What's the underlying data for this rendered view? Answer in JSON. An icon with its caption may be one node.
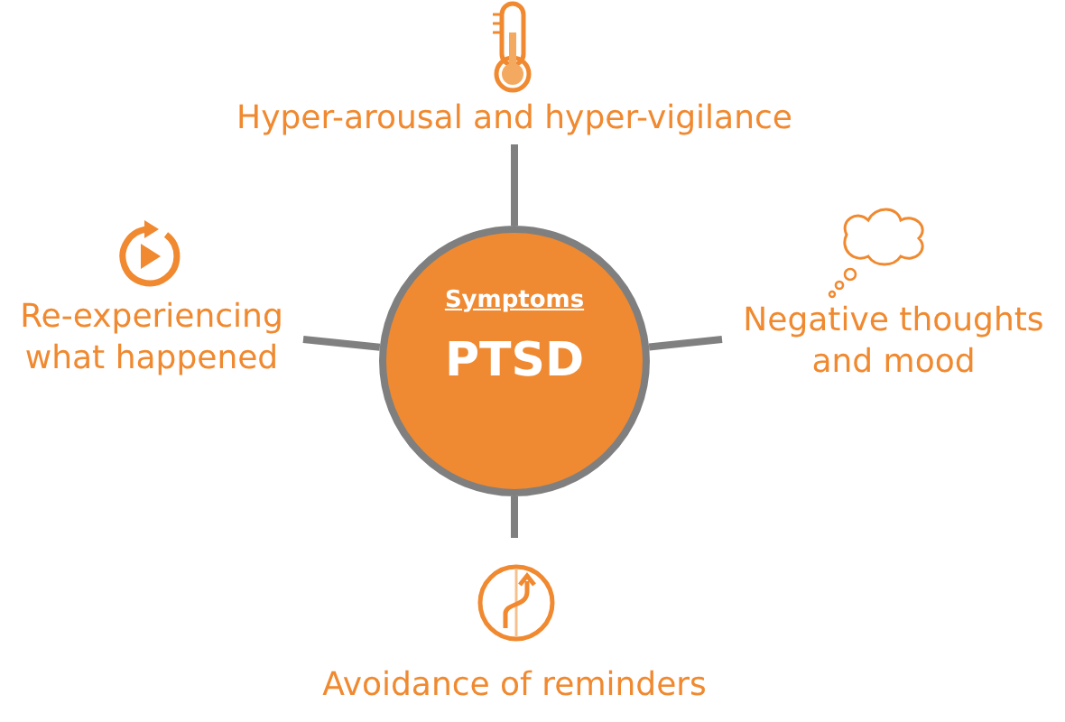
{
  "diagram": {
    "nodes": [
      {
        "text": [
          "Hyper-arousal and hyper-vigilance"
        ]
      },
      {
        "text": [
          "Re-experiencing what happened"
        ]
      },
      {
        "text": [
          "Symptoms",
          "PTSD"
        ]
      },
      {
        "text": [
          "Negative thoughts and mood"
        ]
      },
      {
        "text": [
          "Avoidance of reminders"
        ]
      }
    ],
    "edges": [
      {
        "from": 2,
        "to": 0,
        "arrow": "none"
      },
      {
        "from": 2,
        "to": 1,
        "arrow": "none"
      },
      {
        "from": 2,
        "to": 3,
        "arrow": "none"
      },
      {
        "from": 2,
        "to": 4,
        "arrow": "none"
      }
    ]
  }
}
